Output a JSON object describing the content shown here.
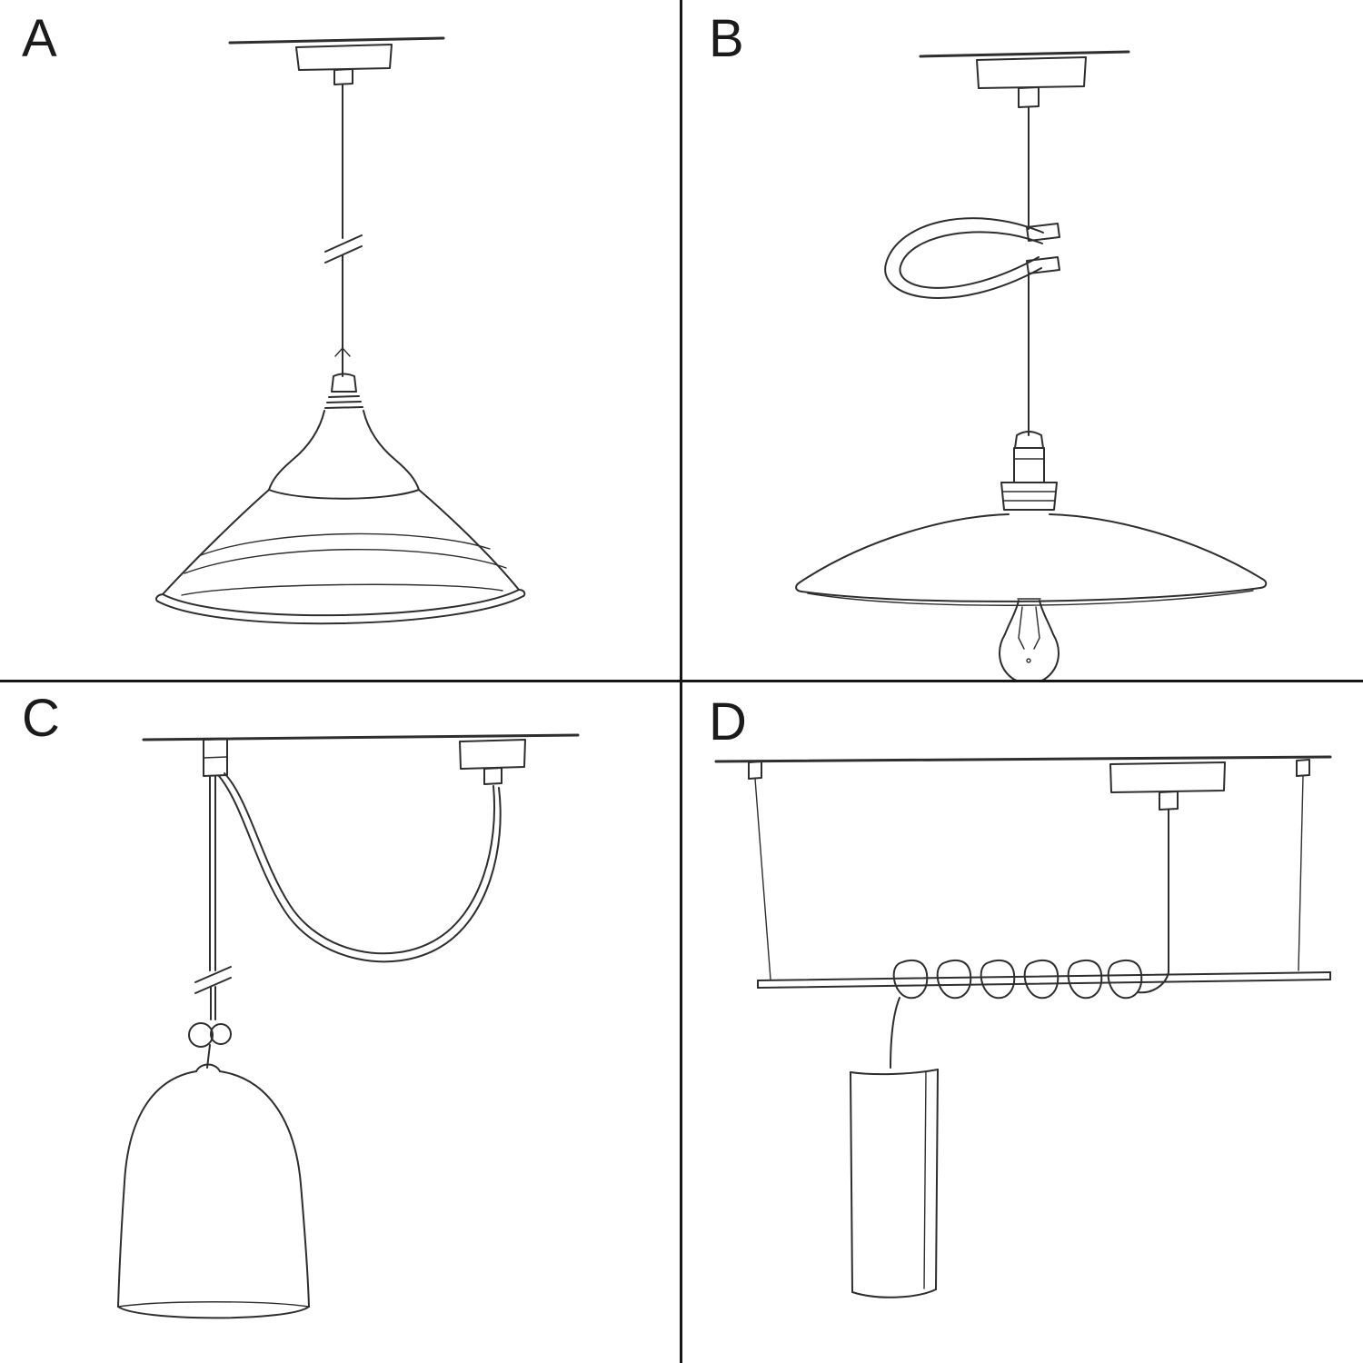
{
  "colors": {
    "background": "#ffffff",
    "line": "#2e2e2e",
    "divider": "#161616",
    "label": "#1b1b1b"
  },
  "panels": [
    {
      "label": "A",
      "sketch": "pendant-straight-cable-industrial-shade"
    },
    {
      "label": "B",
      "sketch": "pendant-cable-with-bail-flat-plate-shade-exposed-bulb"
    },
    {
      "label": "C",
      "sketch": "swag-pendant-with-knot-and-bell-shade"
    },
    {
      "label": "D",
      "sketch": "suspended-bar-with-coiled-cable-and-tube-shade"
    }
  ]
}
